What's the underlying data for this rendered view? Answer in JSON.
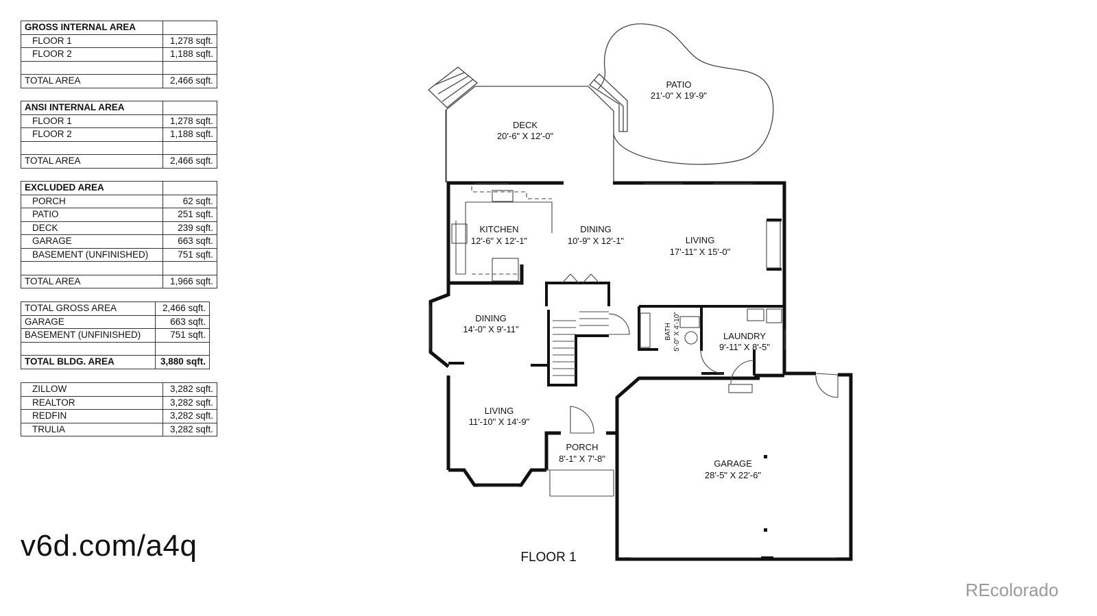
{
  "tables": [
    {
      "rows": [
        {
          "label": "GROSS INTERNAL AREA",
          "value": "",
          "kind": "header"
        },
        {
          "label": "FLOOR 1",
          "value": "1,278 sqft.",
          "kind": "item"
        },
        {
          "label": "FLOOR 2",
          "value": "1,188 sqft.",
          "kind": "item"
        },
        {
          "label": "",
          "value": "",
          "kind": "blank"
        },
        {
          "label": "TOTAL AREA",
          "value": "2,466 sqft.",
          "kind": "total"
        }
      ]
    },
    {
      "rows": [
        {
          "label": "ANSI INTERNAL AREA",
          "value": "",
          "kind": "header"
        },
        {
          "label": "FLOOR 1",
          "value": "1,278 sqft.",
          "kind": "item"
        },
        {
          "label": "FLOOR 2",
          "value": "1,188 sqft.",
          "kind": "item"
        },
        {
          "label": "",
          "value": "",
          "kind": "blank"
        },
        {
          "label": "TOTAL AREA",
          "value": "2,466 sqft.",
          "kind": "total"
        }
      ]
    },
    {
      "rows": [
        {
          "label": "EXCLUDED AREA",
          "value": "",
          "kind": "header"
        },
        {
          "label": "PORCH",
          "value": "62 sqft.",
          "kind": "item"
        },
        {
          "label": "PATIO",
          "value": "251 sqft.",
          "kind": "item"
        },
        {
          "label": "DECK",
          "value": "239 sqft.",
          "kind": "item"
        },
        {
          "label": "GARAGE",
          "value": "663 sqft.",
          "kind": "item"
        },
        {
          "label": "BASEMENT (UNFINISHED)",
          "value": "751 sqft.",
          "kind": "item"
        },
        {
          "label": "",
          "value": "",
          "kind": "blank"
        },
        {
          "label": "TOTAL AREA",
          "value": "1,966 sqft.",
          "kind": "total"
        }
      ]
    },
    {
      "rows": [
        {
          "label": "TOTAL GROSS AREA",
          "value": "2,466 sqft.",
          "kind": "total"
        },
        {
          "label": "GARAGE",
          "value": "663 sqft.",
          "kind": "total"
        },
        {
          "label": "BASEMENT (UNFINISHED)",
          "value": "751 sqft.",
          "kind": "total"
        },
        {
          "label": "",
          "value": "",
          "kind": "blank"
        },
        {
          "label": "TOTAL BLDG. AREA",
          "value": "3,880 sqft.",
          "kind": "strong"
        }
      ]
    },
    {
      "rows": [
        {
          "label": "ZILLOW",
          "value": "3,282 sqft.",
          "kind": "item"
        },
        {
          "label": "REALTOR",
          "value": "3,282 sqft.",
          "kind": "item"
        },
        {
          "label": "REDFIN",
          "value": "3,282 sqft.",
          "kind": "item"
        },
        {
          "label": "TRULIA",
          "value": "3,282 sqft.",
          "kind": "item"
        }
      ]
    }
  ],
  "rooms": {
    "patio": {
      "name": "PATIO",
      "dims": "21'-0\" X 19'-9\""
    },
    "deck": {
      "name": "DECK",
      "dims": "20'-6\" X 12'-0\""
    },
    "kitchen": {
      "name": "KITCHEN",
      "dims": "12'-6\" X 12'-1\""
    },
    "dining1": {
      "name": "DINING",
      "dims": "10'-9\" X 12'-1\""
    },
    "living1": {
      "name": "LIVING",
      "dims": "17'-11\" X 15'-0\""
    },
    "dining2": {
      "name": "DINING",
      "dims": "14'-0\" X 9'-11\""
    },
    "bath": {
      "name": "BATH",
      "dims": "5'-0\" X 4'-10\""
    },
    "laundry": {
      "name": "LAUNDRY",
      "dims": "9'-11\" X 8'-5\""
    },
    "living2": {
      "name": "LIVING",
      "dims": "11'-10\" X 14'-9\""
    },
    "porch": {
      "name": "PORCH",
      "dims": "8'-1\" X 7'-8\""
    },
    "garage": {
      "name": "GARAGE",
      "dims": "28'-5\" X 22'-6\""
    }
  },
  "floor_title": "FLOOR 1",
  "link_text": "v6d.com/a4q",
  "brand": "REcolorado",
  "colors": {
    "wall": "#111111",
    "thin_line": "#444444",
    "brand_gray": "#9a9a9a"
  }
}
